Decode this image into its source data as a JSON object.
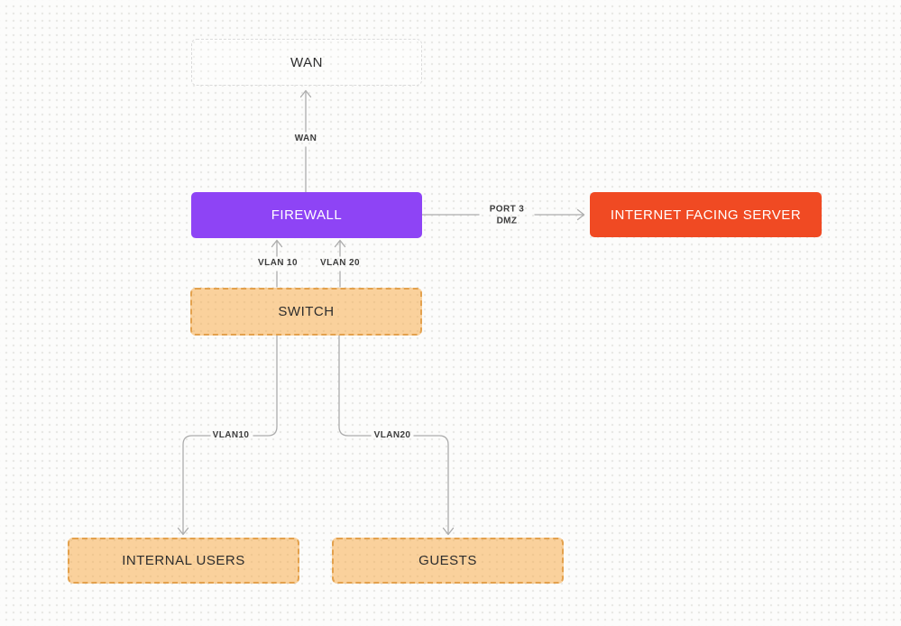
{
  "colors": {
    "canvas-bg": "#FCFCFB",
    "dot": "#E8E8E5",
    "purple": "#8E44F5",
    "red-orange": "#F04A23",
    "orange-border": "#E3A14D",
    "orange-fill": "rgba(247,166,61,0.5)",
    "line": "#ACACAC",
    "dashed-plain-border": "#DBDBDB",
    "node-text-dark": "#2D2D2D",
    "node-text-light": "#FFFFFF",
    "edge-label-text": "#3C3C3C"
  },
  "nodes": [
    {
      "id": "wan",
      "label": "WAN",
      "style": "dashed-plain"
    },
    {
      "id": "firewall",
      "label": "FIREWALL",
      "style": "solid-purple"
    },
    {
      "id": "internet-facing-server",
      "label": "INTERNET FACING SERVER",
      "style": "solid-red"
    },
    {
      "id": "switch",
      "label": "SWITCH",
      "style": "dashed-orange"
    },
    {
      "id": "internal-users",
      "label": "INTERNAL USERS",
      "style": "dashed-orange"
    },
    {
      "id": "guests",
      "label": "GUESTS",
      "style": "dashed-orange"
    }
  ],
  "edges": [
    {
      "id": "firewall-to-wan",
      "from": "firewall",
      "to": "wan",
      "label": "WAN"
    },
    {
      "id": "switch-to-firewall-vlan10",
      "from": "switch",
      "to": "firewall",
      "label": "VLAN 10"
    },
    {
      "id": "switch-to-firewall-vlan20",
      "from": "switch",
      "to": "firewall",
      "label": "VLAN 20"
    },
    {
      "id": "firewall-to-server",
      "from": "firewall",
      "to": "internet-facing-server",
      "label_line1": "PORT 3",
      "label_line2": "DMZ"
    },
    {
      "id": "switch-to-internal-users",
      "from": "switch",
      "to": "internal-users",
      "label": "VLAN10"
    },
    {
      "id": "switch-to-guests",
      "from": "switch",
      "to": "guests",
      "label": "VLAN20"
    }
  ]
}
